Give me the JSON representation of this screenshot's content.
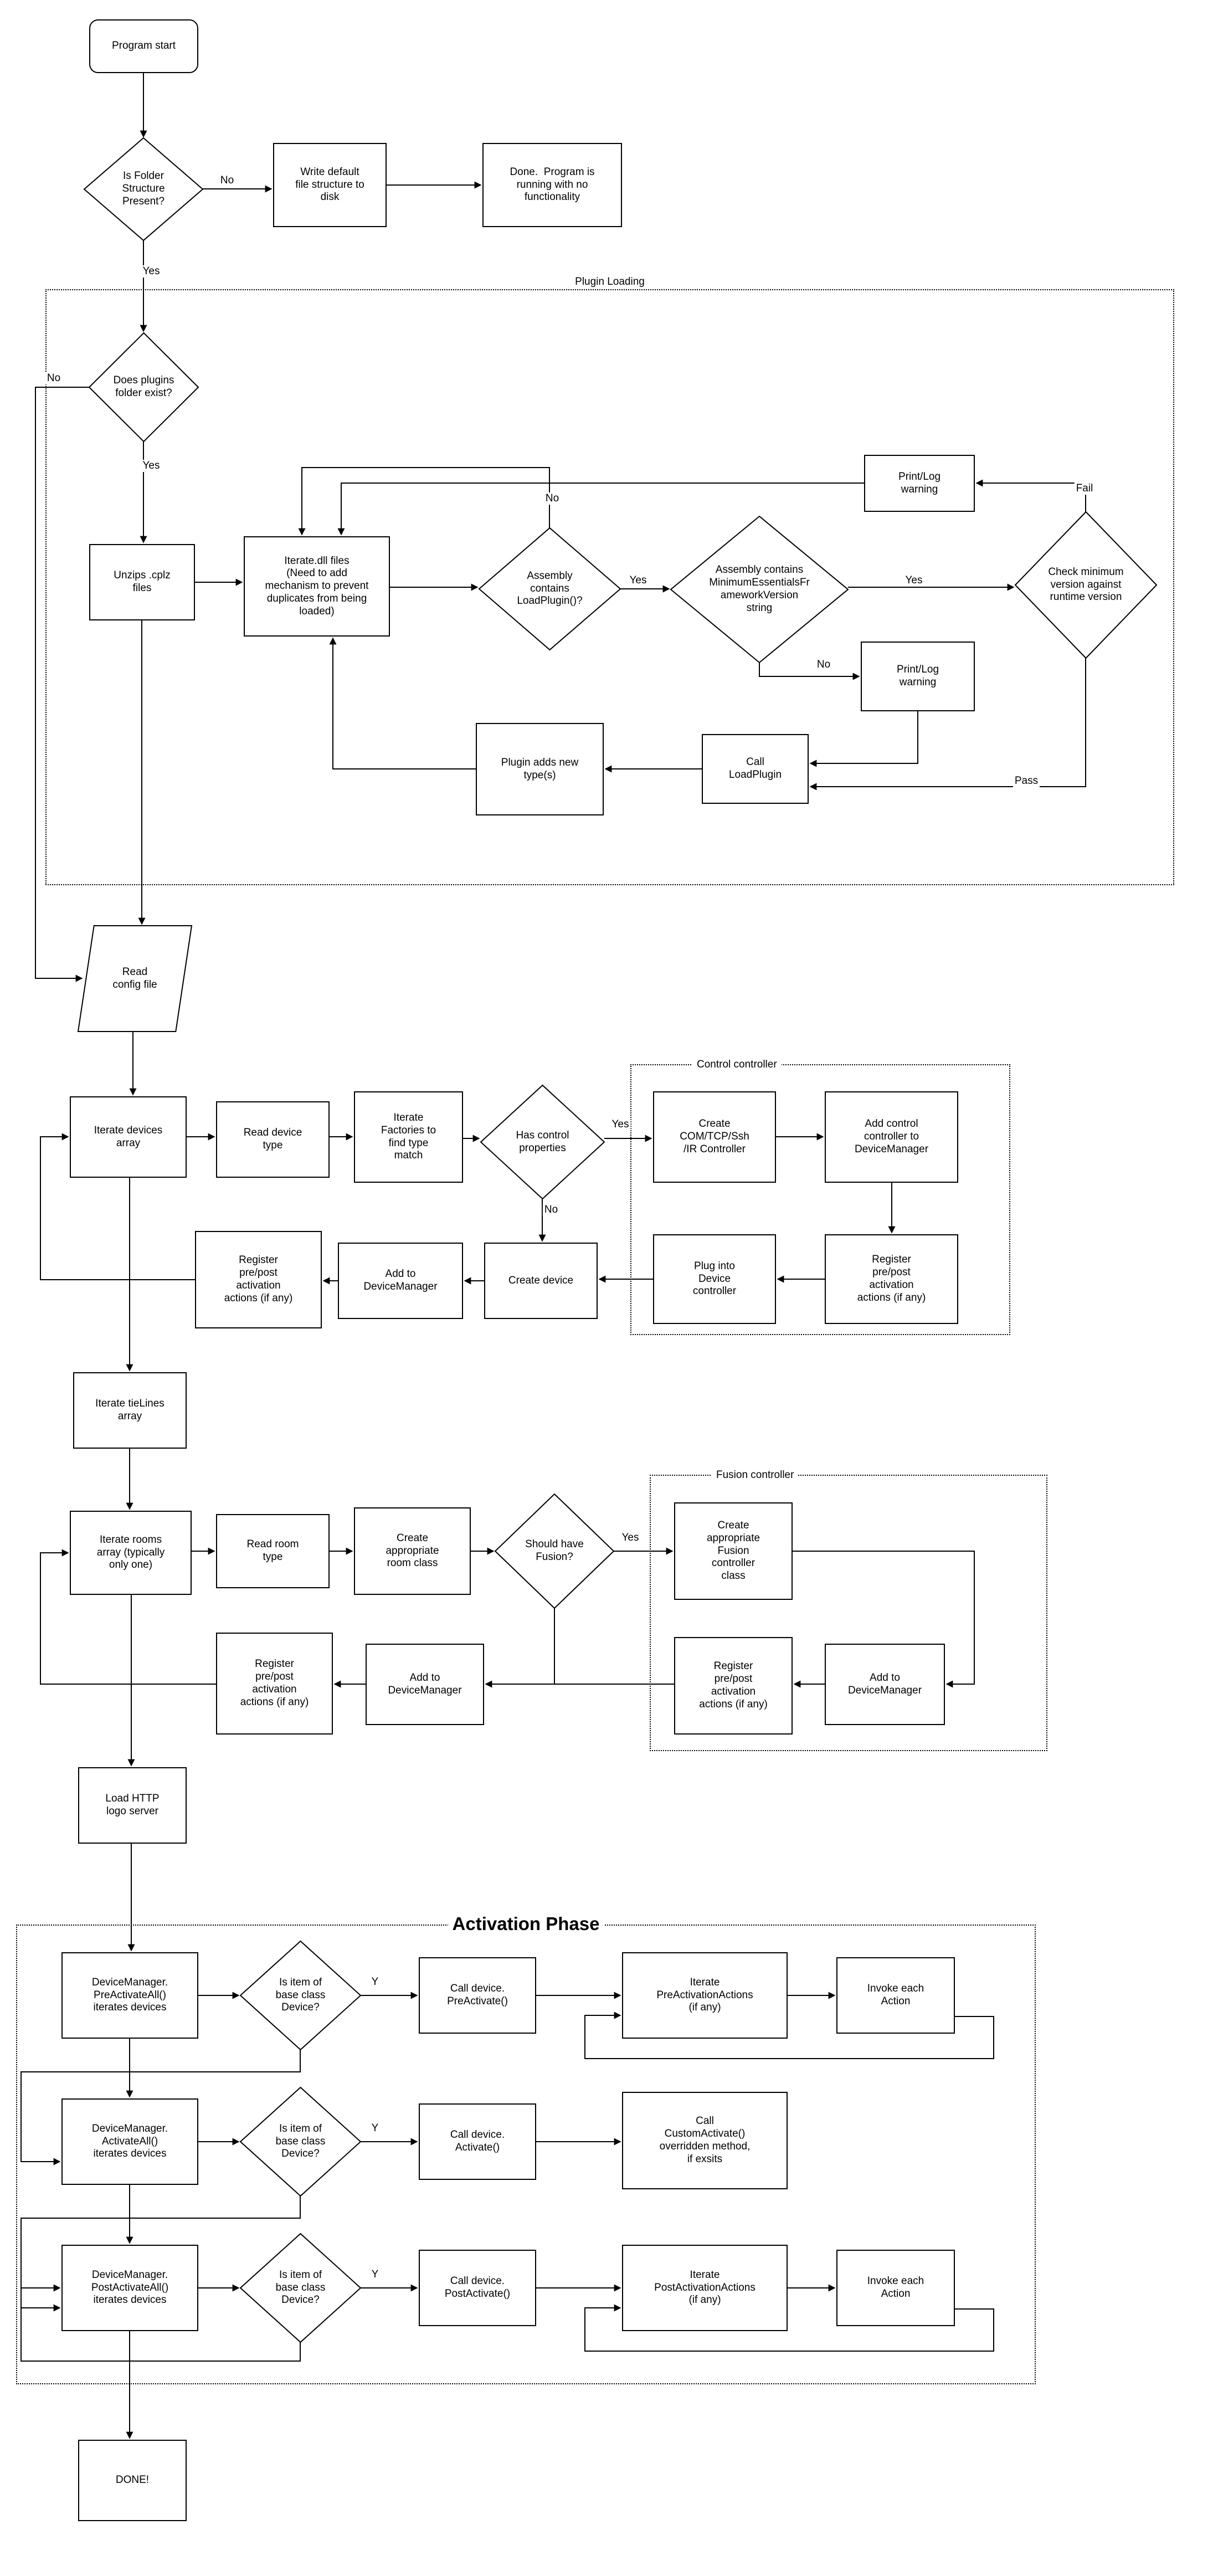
{
  "nodes": {
    "program_start": "Program start",
    "is_folder": "Is Folder\nStructure\nPresent?",
    "write_default": "Write default\nfile structure to\ndisk",
    "done_nofunc": "Done.  Program is\nrunning with no\nfunctionality",
    "plugins_exist": "Does plugins\nfolder exist?",
    "unzips": "Unzips .cplz\nfiles",
    "iterate_dll": "Iterate.dll files\n(Need to add\nmechanism to prevent\nduplicates from being\nloaded)",
    "assembly_loadplugin": "Assembly\ncontains\nLoadPlugin()?",
    "assembly_minversion": "Assembly contains\nMinimumEssentialsFr\nameworkVersion\nstring",
    "check_min_version": "Check minimum\nversion against\nruntime version",
    "printlog_warning_top": "Print/Log\nwarning",
    "printlog_warning_bottom": "Print/Log\nwarning",
    "call_loadplugin": "Call\nLoadPlugin",
    "plugin_adds_types": "Plugin adds new\ntype(s)",
    "read_config": "Read\nconfig file",
    "iterate_devices": "Iterate devices\narray",
    "read_device_type": "Read device\ntype",
    "iterate_factories": "Iterate\nFactories to\nfind type\nmatch",
    "has_control": "Has control\nproperties",
    "create_controller": "Create\nCOM/TCP/Ssh\n/IR Controller",
    "add_control_controller": "Add control\ncontroller to\nDeviceManager",
    "register_prepost_ctrl": "Register\npre/post\nactivation\nactions (if any)",
    "plug_into_device": "Plug into\nDevice\ncontroller",
    "create_device": "Create device",
    "add_to_dm_device": "Add to\nDeviceManager",
    "register_prepost_device": "Register\npre/post\nactivation\nactions (if any)",
    "iterate_tielines": "Iterate tieLines\narray",
    "iterate_rooms": "Iterate rooms\narray (typically\nonly one)",
    "read_room_type": "Read room\ntype",
    "create_room_class": "Create\nappropriate\nroom class",
    "should_have_fusion": "Should have\nFusion?",
    "create_fusion": "Create\nappropriate\nFusion\ncontroller\nclass",
    "add_to_dm_fusion": "Add to\nDeviceManager",
    "register_prepost_fusion": "Register\npre/post\nactivation\nactions (if any)",
    "add_to_dm_room": "Add to\nDeviceManager",
    "register_prepost_room": "Register\npre/post\nactivation\nactions (if any)",
    "load_http": "Load HTTP\nlogo server",
    "dm_preactivate": "DeviceManager.\nPreActivateAll()\niterates devices",
    "is_base_1": "Is item of\nbase class\nDevice?",
    "call_preactivate": "Call device.\nPreActivate()",
    "iterate_preactions": "Iterate\nPreActivationActions\n(if any)",
    "invoke_each_1": "Invoke each\nAction",
    "dm_activate": "DeviceManager.\nActivateAll()\niterates devices",
    "is_base_2": "Is item of\nbase class\nDevice?",
    "call_activate": "Call device.\nActivate()",
    "call_custom": "Call\nCustomActivate()\noverridden method,\nif exsits",
    "dm_postactivate": "DeviceManager.\nPostActivateAll()\niterates devices",
    "is_base_3": "Is item of\nbase class\nDevice?",
    "call_postactivate": "Call device.\nPostActivate()",
    "iterate_postactions": "Iterate\nPostActivationActions\n(if any)",
    "invoke_each_2": "Invoke each\nAction",
    "done": "DONE!"
  },
  "containers": {
    "plugin_loading": "Plugin Loading",
    "control_controller": "Control controller",
    "fusion_controller": "Fusion controller",
    "activation_phase": "Activation Phase"
  },
  "edge_labels": {
    "yes": "Yes",
    "no": "No",
    "y": "Y",
    "fail": "Fail",
    "pass": "Pass"
  }
}
